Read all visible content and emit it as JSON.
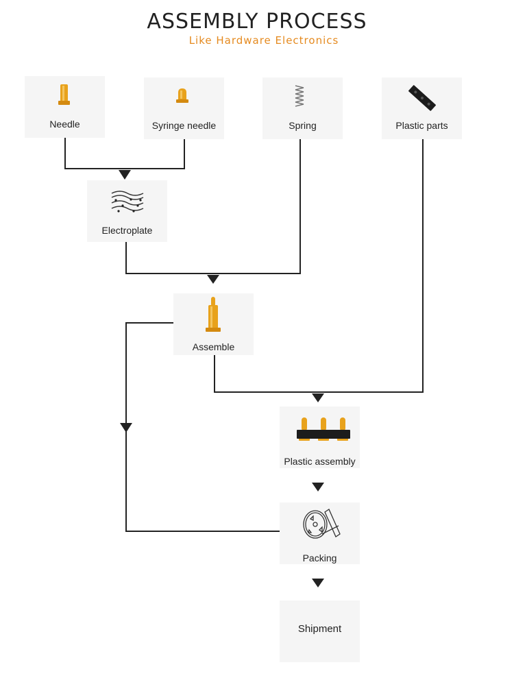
{
  "header": {
    "title": "ASSEMBLY PROCESS",
    "subtitle": "Like Hardware Electronics"
  },
  "nodes": {
    "needle": {
      "label": "Needle",
      "icon": "needle-icon"
    },
    "syringe_needle": {
      "label": "Syringe needle",
      "icon": "syringe-needle-icon"
    },
    "spring": {
      "label": "Spring",
      "icon": "spring-icon"
    },
    "plastic_parts": {
      "label": "Plastic parts",
      "icon": "plastic-parts-icon"
    },
    "electroplate": {
      "label": "Electroplate",
      "icon": "electroplate-icon"
    },
    "assemble": {
      "label": "Assemble",
      "icon": "pogo-pin-icon"
    },
    "plastic_assembly": {
      "label": "Plastic assembly",
      "icon": "pin-strip-icon"
    },
    "packing": {
      "label": "Packing",
      "icon": "tape-reel-icon"
    },
    "shipment": {
      "label": "Shipment"
    }
  },
  "colors": {
    "connector": "#222222",
    "box_fill": "#f5f5f5",
    "gold": "#e8a21c",
    "subtitle": "#e58a1f"
  }
}
